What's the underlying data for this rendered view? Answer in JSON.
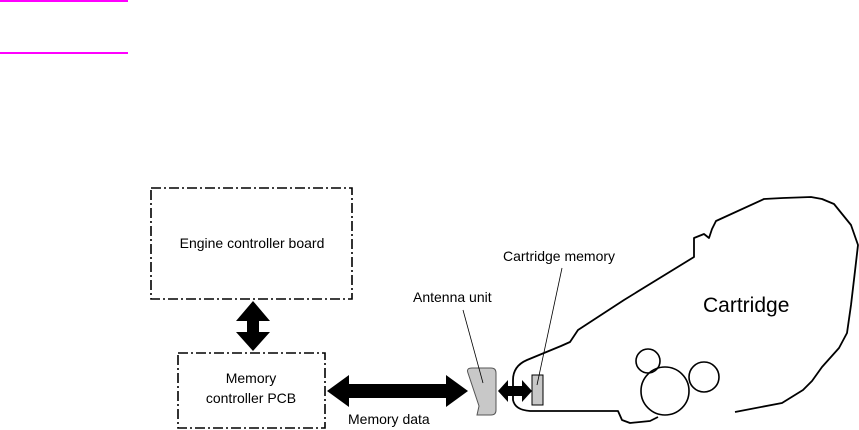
{
  "header_rules": {
    "color": "#ff00ff",
    "count": 2
  },
  "diagram": {
    "engine_board": {
      "label": "Engine controller board"
    },
    "memory_pcb": {
      "line1": "Memory",
      "line2": "controller PCB"
    },
    "memory_data": {
      "label": "Memory data"
    },
    "antenna": {
      "label": "Antenna unit",
      "fill": "#c8c8c8"
    },
    "cartridge_memory": {
      "label": "Cartridge memory",
      "fill": "#c8c8c8"
    },
    "cartridge": {
      "label": "Cartridge"
    }
  }
}
